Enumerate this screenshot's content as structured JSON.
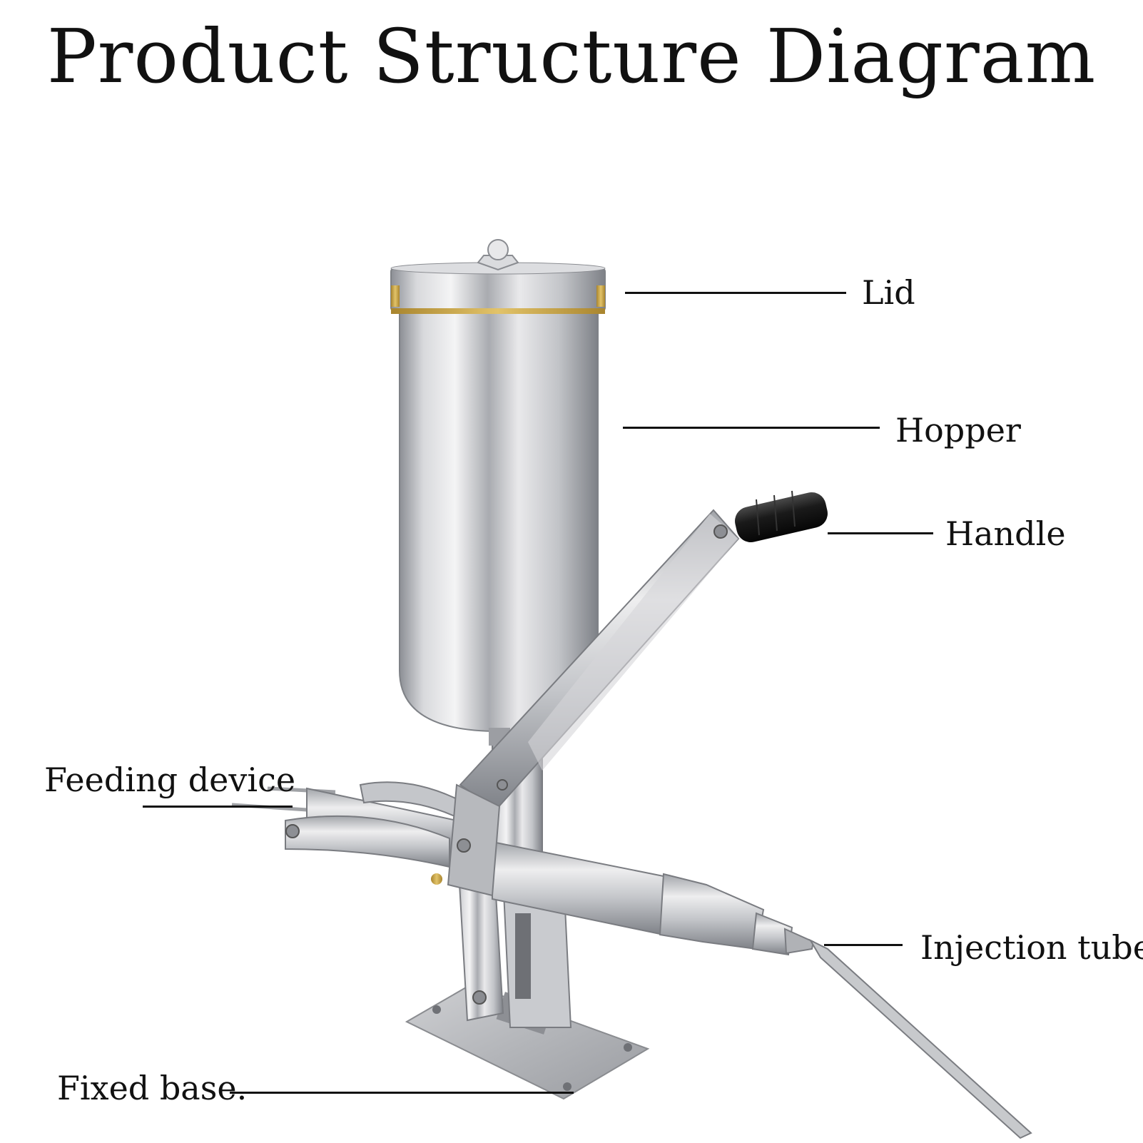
{
  "title": "Product Structure Diagram",
  "parts": [
    {
      "id": "lid",
      "label": "Lid"
    },
    {
      "id": "hopper",
      "label": "Hopper"
    },
    {
      "id": "handle",
      "label": "Handle"
    },
    {
      "id": "feeding-device",
      "label": "Feeding device"
    },
    {
      "id": "injection-tube",
      "label": "Injection tube"
    },
    {
      "id": "fixed-base",
      "label": "Fixed base."
    }
  ],
  "colors": {
    "text": "#111111",
    "steel_light": "#e6e6e8",
    "steel_mid": "#b9bbbf",
    "steel_dark": "#7d8086",
    "brass": "#c9a64a",
    "grip": "#1e1e1e"
  }
}
